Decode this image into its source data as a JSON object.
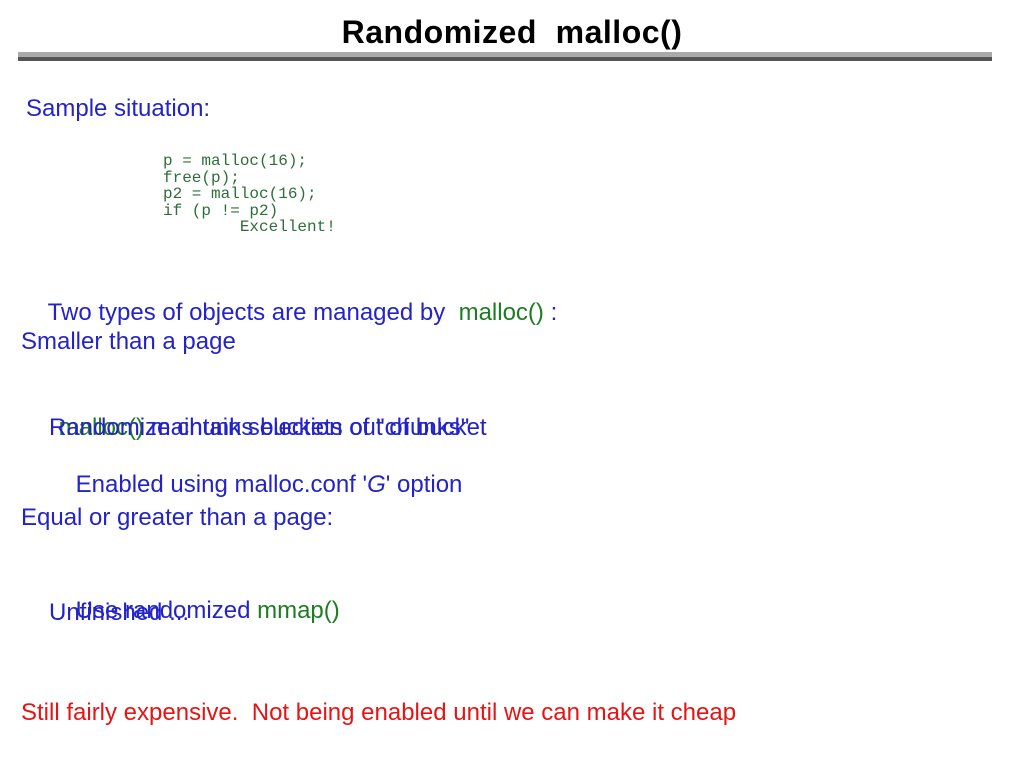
{
  "title": "Randomized  malloc()",
  "colors": {
    "title": "#000000",
    "body_blue": "#2323c8",
    "keyword_green": "#1e7d23",
    "code_green": "#2e6e38",
    "warning_red": "#e61414",
    "rule_light_gray": "#aaaaaa",
    "rule_dark_gray": "#555555",
    "background": "#ffffff"
  },
  "sample": {
    "label": "Sample situation:"
  },
  "code_block": {
    "text": "p = malloc(16);\nfree(p);\np2 = malloc(16);\nif (p != p2)\n        Excellent!"
  },
  "lines": {
    "two_types": {
      "pre": "Two types of objects are managed by  ",
      "keyword": "malloc()",
      "post": " :"
    },
    "smaller": "Smaller than a page",
    "maintains": {
      "keyword": "malloc()",
      "post": " maintains buckets of \"chunks\""
    },
    "randomize": "Randomize chunk selection out of bucket",
    "enabled": {
      "pre": "Enabled using malloc.conf '",
      "flag": "G",
      "post": "' option"
    },
    "equal": "Equal or greater than a page:",
    "use_randomized": {
      "pre": "Use randomized ",
      "keyword": "mmap()"
    },
    "unfinished": "Unfinished ...",
    "warning": "Still fairly expensive.  Not being enabled until we can make it cheap"
  }
}
